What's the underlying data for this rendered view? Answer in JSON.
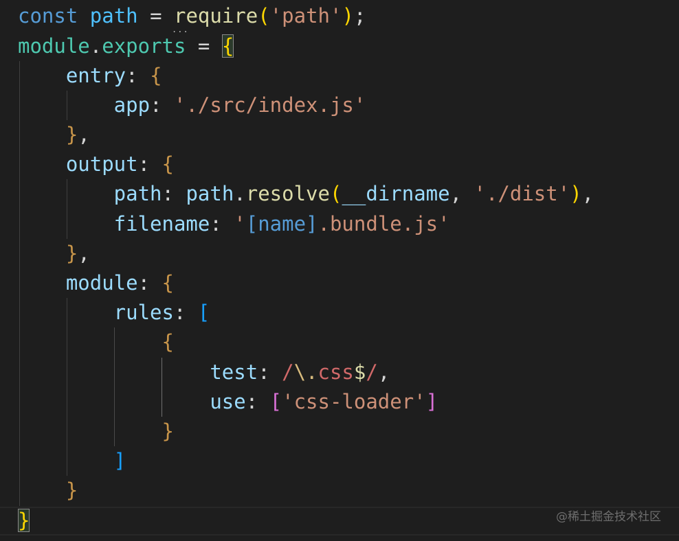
{
  "colors": {
    "background": "#1e1e1e",
    "keyword": "#569cd6",
    "variable": "#9cdcfe",
    "function": "#dcdcaa",
    "string": "#ce9178",
    "punctuation": "#d4d4d4",
    "module_teal": "#4ec9b0",
    "bracket_gold": "#ffd700",
    "bracket_orchid": "#da70d6",
    "bracket_blue": "#179fff",
    "regex_red": "#d16969",
    "regex_escape": "#d7ba7d"
  },
  "code": {
    "lines": [
      [
        {
          "t": "const",
          "c": "#569cd6"
        },
        {
          "t": " ",
          "c": "#d4d4d4"
        },
        {
          "t": "path",
          "c": "#4fc1ff"
        },
        {
          "t": " = ",
          "c": "#d4d4d4"
        },
        {
          "t": "require",
          "c": "#dcdcaa"
        },
        {
          "t": "(",
          "c": "#ffd700"
        },
        {
          "t": "'path'",
          "c": "#ce9178"
        },
        {
          "t": ")",
          "c": "#ffd700"
        },
        {
          "t": ";",
          "c": "#d4d4d4"
        }
      ],
      [
        {
          "t": "module",
          "c": "#4ec9b0"
        },
        {
          "t": ".",
          "c": "#d4d4d4"
        },
        {
          "t": "exports",
          "c": "#4ec9b0"
        },
        {
          "t": " = ",
          "c": "#d4d4d4"
        },
        {
          "t": "{",
          "c": "#ffd700",
          "match": true
        }
      ],
      [
        {
          "t": "    entry",
          "c": "#9cdcfe"
        },
        {
          "t": ": ",
          "c": "#d4d4d4"
        },
        {
          "t": "{",
          "c": "#c8954a"
        }
      ],
      [
        {
          "t": "        app",
          "c": "#9cdcfe"
        },
        {
          "t": ": ",
          "c": "#d4d4d4"
        },
        {
          "t": "'./src/index.js'",
          "c": "#ce9178"
        }
      ],
      [
        {
          "t": "    }",
          "c": "#c8954a"
        },
        {
          "t": ",",
          "c": "#d4d4d4"
        }
      ],
      [
        {
          "t": "    output",
          "c": "#9cdcfe"
        },
        {
          "t": ": ",
          "c": "#d4d4d4"
        },
        {
          "t": "{",
          "c": "#c8954a"
        }
      ],
      [
        {
          "t": "        path",
          "c": "#9cdcfe"
        },
        {
          "t": ": ",
          "c": "#d4d4d4"
        },
        {
          "t": "path",
          "c": "#9cdcfe"
        },
        {
          "t": ".",
          "c": "#d4d4d4"
        },
        {
          "t": "resolve",
          "c": "#dcdcaa"
        },
        {
          "t": "(",
          "c": "#ffd700"
        },
        {
          "t": "__dirname",
          "c": "#9cdcfe"
        },
        {
          "t": ", ",
          "c": "#d4d4d4"
        },
        {
          "t": "'./dist'",
          "c": "#ce9178"
        },
        {
          "t": ")",
          "c": "#ffd700"
        },
        {
          "t": ",",
          "c": "#d4d4d4"
        }
      ],
      [
        {
          "t": "        filename",
          "c": "#9cdcfe"
        },
        {
          "t": ": ",
          "c": "#d4d4d4"
        },
        {
          "t": "'",
          "c": "#ce9178"
        },
        {
          "t": "[name]",
          "c": "#569cd6"
        },
        {
          "t": ".bundle.js'",
          "c": "#ce9178"
        }
      ],
      [
        {
          "t": "    }",
          "c": "#c8954a"
        },
        {
          "t": ",",
          "c": "#d4d4d4"
        }
      ],
      [
        {
          "t": "    module",
          "c": "#9cdcfe"
        },
        {
          "t": ": ",
          "c": "#d4d4d4"
        },
        {
          "t": "{",
          "c": "#c8954a"
        }
      ],
      [
        {
          "t": "        rules",
          "c": "#9cdcfe"
        },
        {
          "t": ": ",
          "c": "#d4d4d4"
        },
        {
          "t": "[",
          "c": "#179fff"
        }
      ],
      [
        {
          "t": "            {",
          "c": "#c8954a"
        }
      ],
      [
        {
          "t": "                test",
          "c": "#9cdcfe"
        },
        {
          "t": ": ",
          "c": "#d4d4d4"
        },
        {
          "t": "/",
          "c": "#d16969"
        },
        {
          "t": "\\.",
          "c": "#d7ba7d"
        },
        {
          "t": "css",
          "c": "#d16969"
        },
        {
          "t": "$",
          "c": "#dcdcaa"
        },
        {
          "t": "/",
          "c": "#d16969"
        },
        {
          "t": ",",
          "c": "#d4d4d4"
        }
      ],
      [
        {
          "t": "                use",
          "c": "#9cdcfe"
        },
        {
          "t": ": ",
          "c": "#d4d4d4"
        },
        {
          "t": "[",
          "c": "#da70d6"
        },
        {
          "t": "'css-loader'",
          "c": "#ce9178"
        },
        {
          "t": "]",
          "c": "#da70d6"
        }
      ],
      [
        {
          "t": "            }",
          "c": "#c8954a"
        }
      ],
      [
        {
          "t": "        ]",
          "c": "#179fff"
        }
      ],
      [
        {
          "t": "    }",
          "c": "#c8954a"
        }
      ],
      [
        {
          "t": "}",
          "c": "#ffd700",
          "match": true
        }
      ]
    ]
  },
  "hint_marker": "...",
  "watermark": "@稀土掘金技术社区"
}
